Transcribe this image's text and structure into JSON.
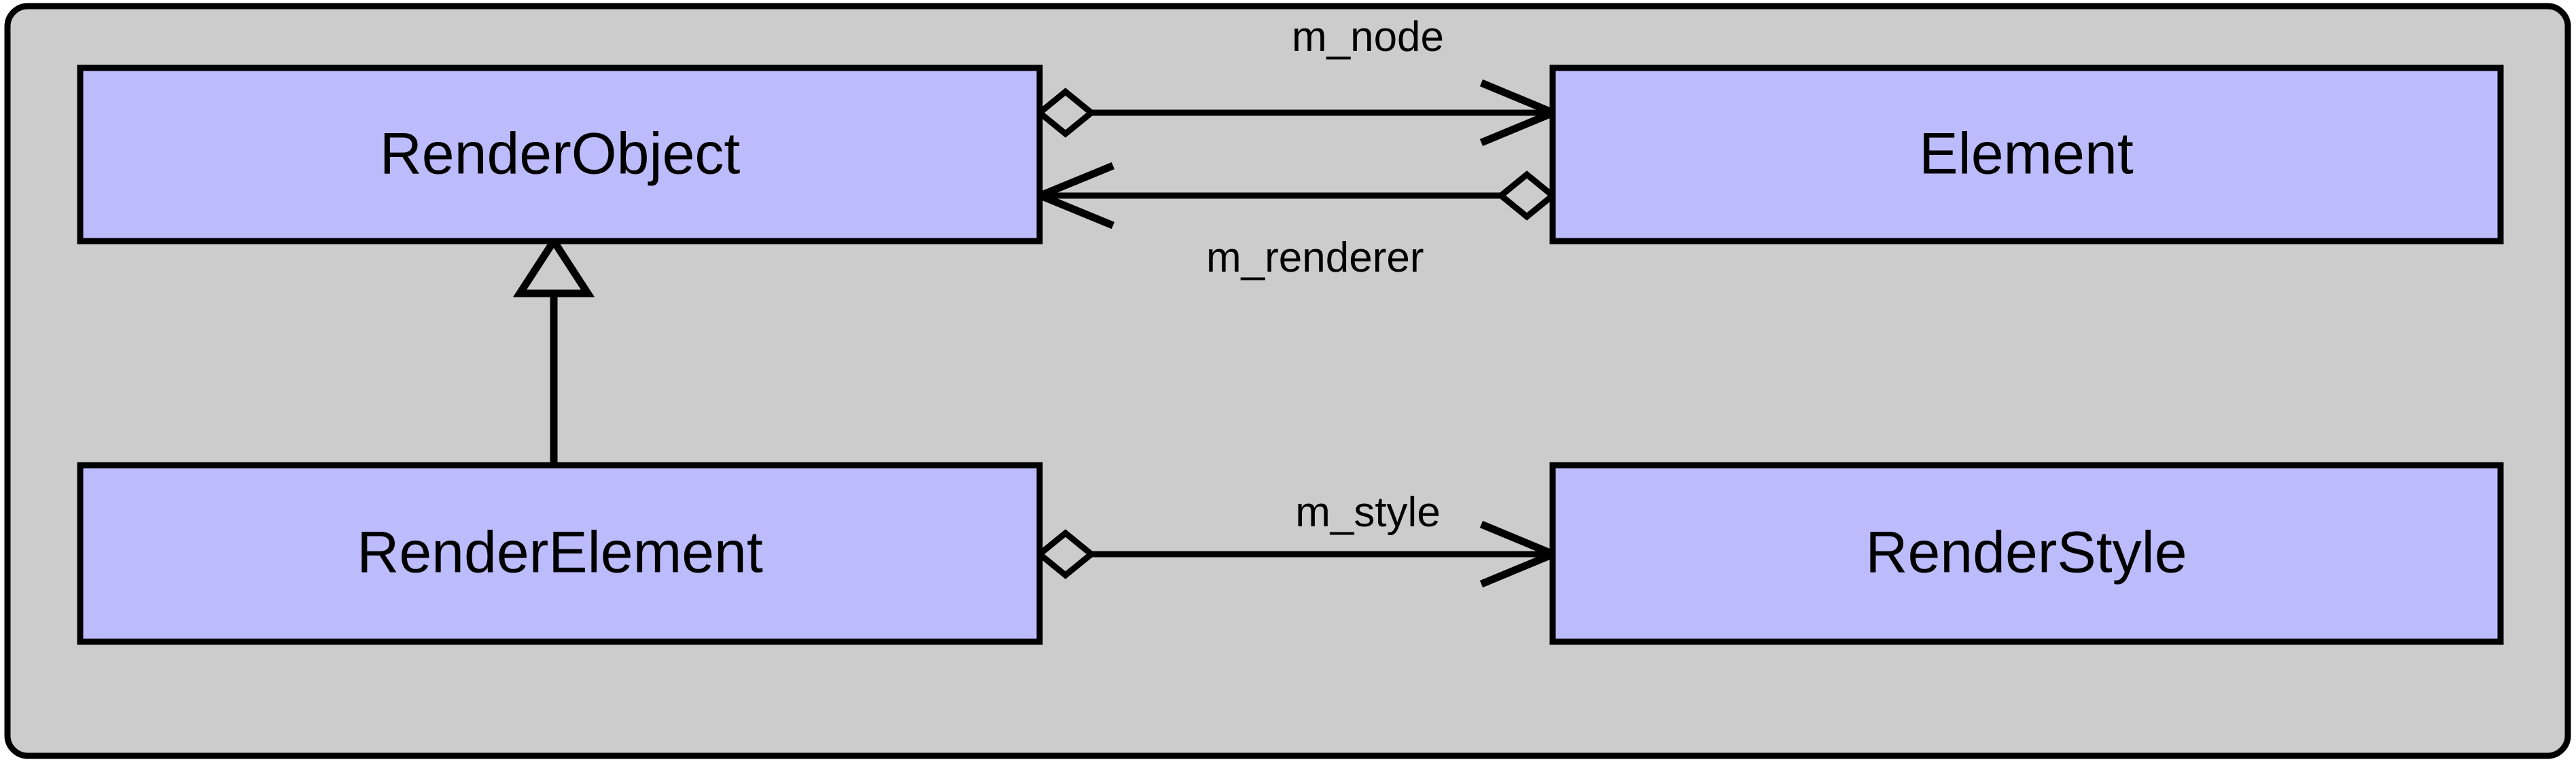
{
  "diagram": {
    "kind": "uml-class-diagram",
    "background_color": "#CCCCCC",
    "canvas_background": "#FFFFFF",
    "node_fill_color": "#BCBCFC",
    "stroke_color": "#000000",
    "classes": [
      {
        "id": "render-object",
        "label": "RenderObject"
      },
      {
        "id": "element",
        "label": "Element"
      },
      {
        "id": "render-element",
        "label": "RenderElement"
      },
      {
        "id": "render-style",
        "label": "RenderStyle"
      }
    ],
    "relations": [
      {
        "id": "m-node",
        "label": "m_node",
        "type": "aggregation",
        "from": "RenderObject",
        "to": "Element"
      },
      {
        "id": "m-renderer",
        "label": "m_renderer",
        "type": "aggregation",
        "from": "Element",
        "to": "RenderObject"
      },
      {
        "id": "m-style",
        "label": "m_style",
        "type": "aggregation",
        "from": "RenderElement",
        "to": "RenderStyle"
      },
      {
        "id": "inheritance",
        "label": "",
        "type": "generalization",
        "from": "RenderElement",
        "to": "RenderObject"
      }
    ]
  }
}
